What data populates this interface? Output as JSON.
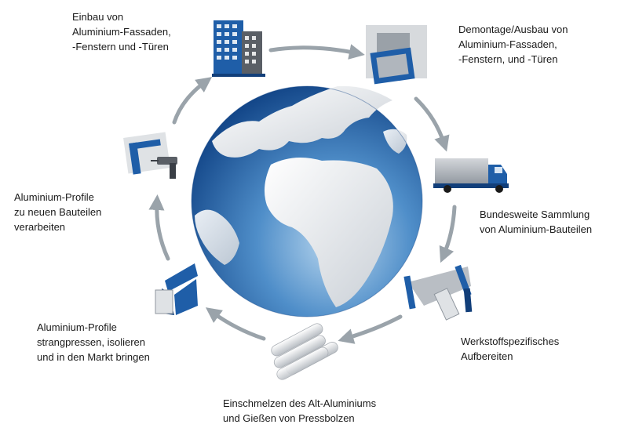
{
  "steps": [
    {
      "id": "install",
      "label": "Einbau von\nAluminium-Fassaden,\n-Fenstern und -Türen",
      "icon": "building-icon"
    },
    {
      "id": "dismantle",
      "label": "Demontage/Ausbau von\nAluminium-Fassaden,\n-Fenstern, und -Türen",
      "icon": "window-frame-icon"
    },
    {
      "id": "collect",
      "label": "Bundesweite Sammlung\nvon Aluminium-Bauteilen",
      "icon": "truck-icon"
    },
    {
      "id": "prepare",
      "label": "Werkstoffspezifisches\nAufbereiten",
      "icon": "sorted-profiles-icon"
    },
    {
      "id": "melt",
      "label": "Einschmelzen des Alt-Aluminiums\nund Gießen von Pressbolzen",
      "icon": "billets-icon"
    },
    {
      "id": "extrude",
      "label": "Aluminium-Profile\nstrangpressen, isolieren\nund in den Markt bringen",
      "icon": "extruded-profile-icon"
    },
    {
      "id": "process",
      "label": "Aluminium-Profile\nzu neuen Bauteilen\nverarbeiten",
      "icon": "drill-frame-icon"
    }
  ],
  "center_icon": "globe-icon",
  "colors": {
    "arrow": "#9aa3aa",
    "blue": "#1f5ea8",
    "navy": "#123f7a",
    "grey": "#b9bec4"
  }
}
